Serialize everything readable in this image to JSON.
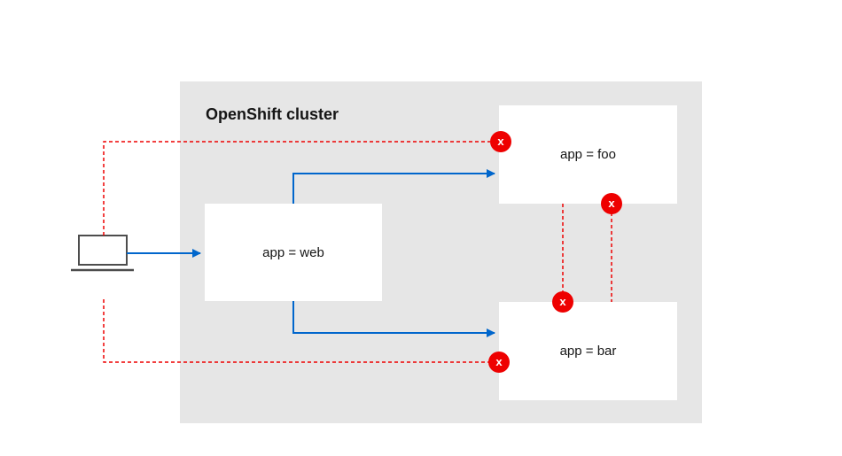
{
  "diagram": {
    "cluster_label": "OpenShift cluster",
    "nodes": {
      "web": "app = web",
      "foo": "app = foo",
      "bar": "app = bar"
    },
    "block_symbol": "x",
    "colors": {
      "allowed": "#0066cc",
      "denied": "#ee0000",
      "cluster_bg": "#e6e6e6",
      "node_bg": "#ffffff"
    }
  }
}
